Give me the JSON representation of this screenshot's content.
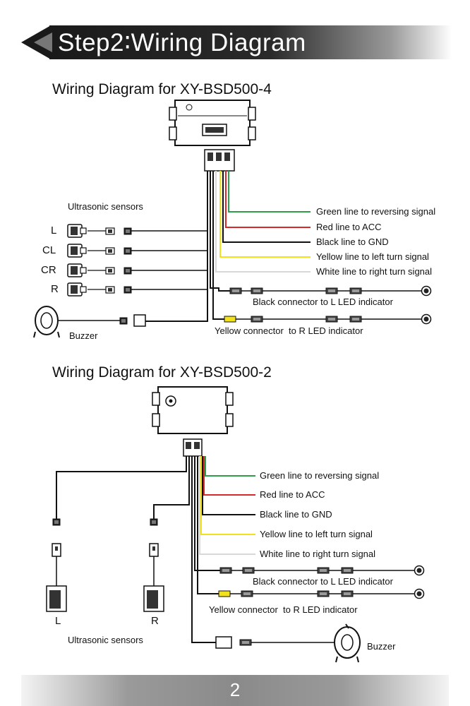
{
  "header": {
    "title": "Step2∶Wiring Diagram"
  },
  "diagram1": {
    "heading": "Wiring Diagram for XY-BSD500-4",
    "sensors_label": "Ultrasonic sensors",
    "sensor_positions": [
      "L",
      "CL",
      "CR",
      "R"
    ],
    "wires": [
      {
        "label": "Green line to reversing signal",
        "color": "#2e9e4a"
      },
      {
        "label": "Red line to ACC",
        "color": "#d62a2a"
      },
      {
        "label": "Black line to GND",
        "color": "#111111"
      },
      {
        "label": "Yellow line to left turn signal",
        "color": "#f2e21c"
      },
      {
        "label": "White line to right turn signal",
        "color": "#d8d8d8"
      }
    ],
    "connectors": {
      "black": "Black connector to L LED indicator",
      "yellow": "Yellow connector  to R LED indicator"
    },
    "buzzer_label": "Buzzer"
  },
  "diagram2": {
    "heading": "Wiring Diagram for XY-BSD500-2",
    "sensors_label": "Ultrasonic sensors",
    "sensor_positions": [
      "L",
      "R"
    ],
    "wires": [
      {
        "label": "Green line to reversing signal",
        "color": "#2e9e4a"
      },
      {
        "label": "Red line to ACC",
        "color": "#d62a2a"
      },
      {
        "label": "Black line to GND",
        "color": "#111111"
      },
      {
        "label": "Yellow line to left turn signal",
        "color": "#f2e21c"
      },
      {
        "label": "White line to right turn signal",
        "color": "#d8d8d8"
      }
    ],
    "connectors": {
      "black": "Black connector to L LED indicator",
      "yellow": "Yellow connector  to R LED indicator"
    },
    "buzzer_label": "Buzzer"
  },
  "footer": {
    "page_number": "2"
  }
}
